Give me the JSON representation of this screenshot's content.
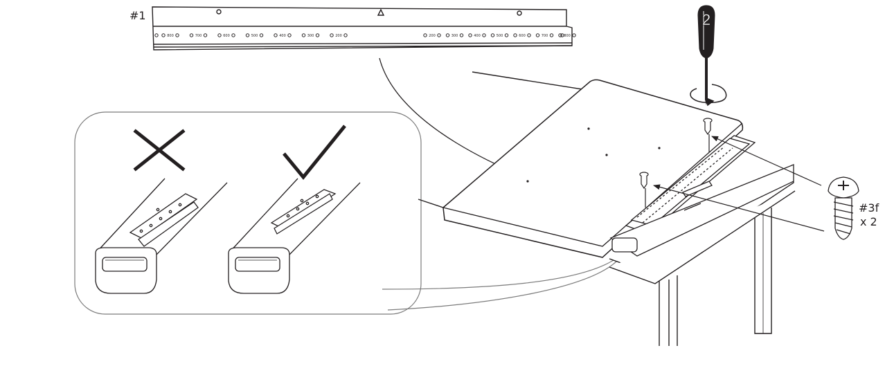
{
  "figure": {
    "part_label": "#1",
    "step_number": "2",
    "screw_code": "#3f",
    "screw_quantity": "x 2",
    "rail_hole_labels": [
      "800",
      "700",
      "600",
      "500",
      "400",
      "300",
      "200",
      "200",
      "300",
      "400",
      "500",
      "600",
      "700",
      "800"
    ],
    "icons": {
      "wrong": "cross-mark-icon",
      "correct": "check-mark-icon",
      "tool": "screwdriver-icon",
      "rotation": "clockwise-rotation-icon",
      "fastener": "screw-icon"
    },
    "colors": {
      "line": "#231f20",
      "inset_border": "#7a7a7a",
      "fill": "#ffffff"
    }
  }
}
